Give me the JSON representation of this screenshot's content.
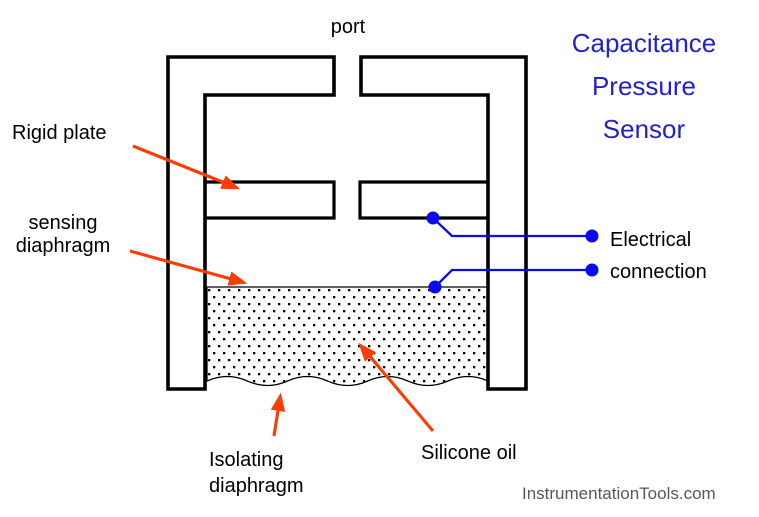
{
  "title": {
    "lines": [
      "Capacitance",
      "Pressure",
      "Sensor"
    ]
  },
  "labels": {
    "port": "port",
    "rigid_plate": "Rigid plate",
    "sensing_diaphragm": "sensing diaphragm",
    "electrical_connection": "Electrical connection",
    "silicone_oil": "Silicone oil",
    "isolating_diaphragm": "Isolating diaphragm"
  },
  "watermark": "InstrumentationTools.com",
  "colors": {
    "background": "#ffffff",
    "line_color": "#000000",
    "label_color": "#000000",
    "title_color": "#2222cc",
    "wire_color": "#0a0aee",
    "arrow_color": "#fb3d03",
    "watermark_color": "#57585a"
  }
}
